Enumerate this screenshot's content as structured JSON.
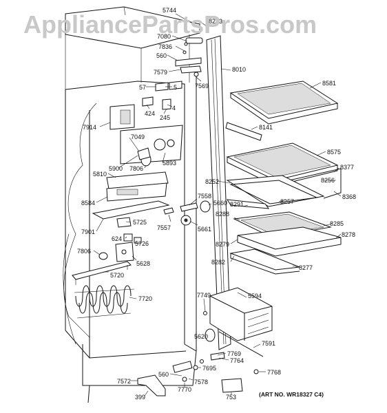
{
  "watermark": "AppliancePartsPros.com",
  "art_number": "(ART NO. WR18327 C4)",
  "callouts": {
    "c5744": "5744",
    "c8243": "8243",
    "c7080": "7080",
    "c7836": "7836",
    "c560a": "560",
    "c7579": "7579",
    "c7569": "7569",
    "c8010": "8010",
    "c57": "57",
    "c5": "5",
    "c424": "424",
    "c4": "4",
    "c245": "245",
    "c7914": "7914",
    "c7049": "7049",
    "c5893": "5893",
    "c5810": "5810",
    "c5900": "5900",
    "c7806a": "7806",
    "c8584": "8584",
    "c7901": "7901",
    "c5725": "5725",
    "c624": "624",
    "c5726": "5726",
    "c7806b": "7806",
    "c5628": "5628",
    "c5720": "5720",
    "c7720": "7720",
    "c8581": "8581",
    "c8141": "8141",
    "c8575": "8575",
    "c8377": "8377",
    "c8256": "8256",
    "c8252": "8252",
    "c8368": "8368",
    "c7558": "7558",
    "c5660": "5660",
    "c8291": "8291",
    "c8257": "8257",
    "c7557": "7557",
    "c5661": "5661",
    "c8288": "8288",
    "c8285": "8285",
    "c8279": "8279",
    "c8278": "8278",
    "c8282": "8282",
    "c8277": "8277",
    "c7749": "7749",
    "c5594": "5594",
    "c5620": "5620",
    "c7591": "7591",
    "c7769": "7769",
    "c7764": "7764",
    "c7695": "7695",
    "c7768": "7768",
    "c560b": "560",
    "c7578": "7578",
    "c7572": "7572",
    "c7770": "7770",
    "c399": "399",
    "c753": "753"
  }
}
